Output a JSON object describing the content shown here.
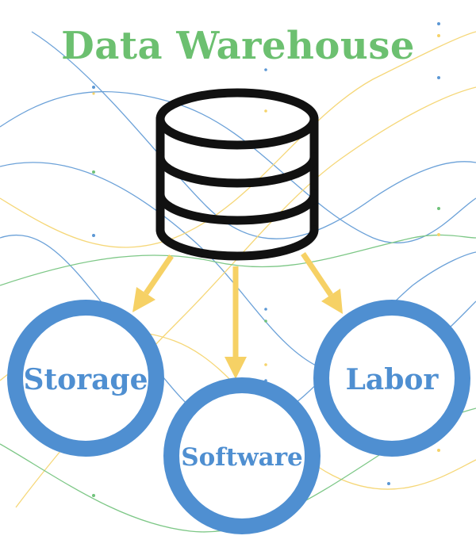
{
  "diagram": {
    "title": "Data Warehouse",
    "nodes": [
      {
        "id": "storage",
        "label": "Storage"
      },
      {
        "id": "software",
        "label": "Software"
      },
      {
        "id": "labor",
        "label": "Labor"
      }
    ],
    "edges": [
      {
        "from": "database",
        "to": "storage"
      },
      {
        "from": "database",
        "to": "software"
      },
      {
        "from": "database",
        "to": "labor"
      }
    ],
    "icons": {
      "central": "database-icon"
    }
  },
  "colors": {
    "title": "#6cc070",
    "circle": "#4f8fd1",
    "label": "#4f8fd1",
    "arrow": "#f6d165",
    "database": "#111111",
    "bg_blue": "#5b97d4",
    "bg_yellow": "#f5d36a",
    "bg_green": "#6fc27a"
  }
}
